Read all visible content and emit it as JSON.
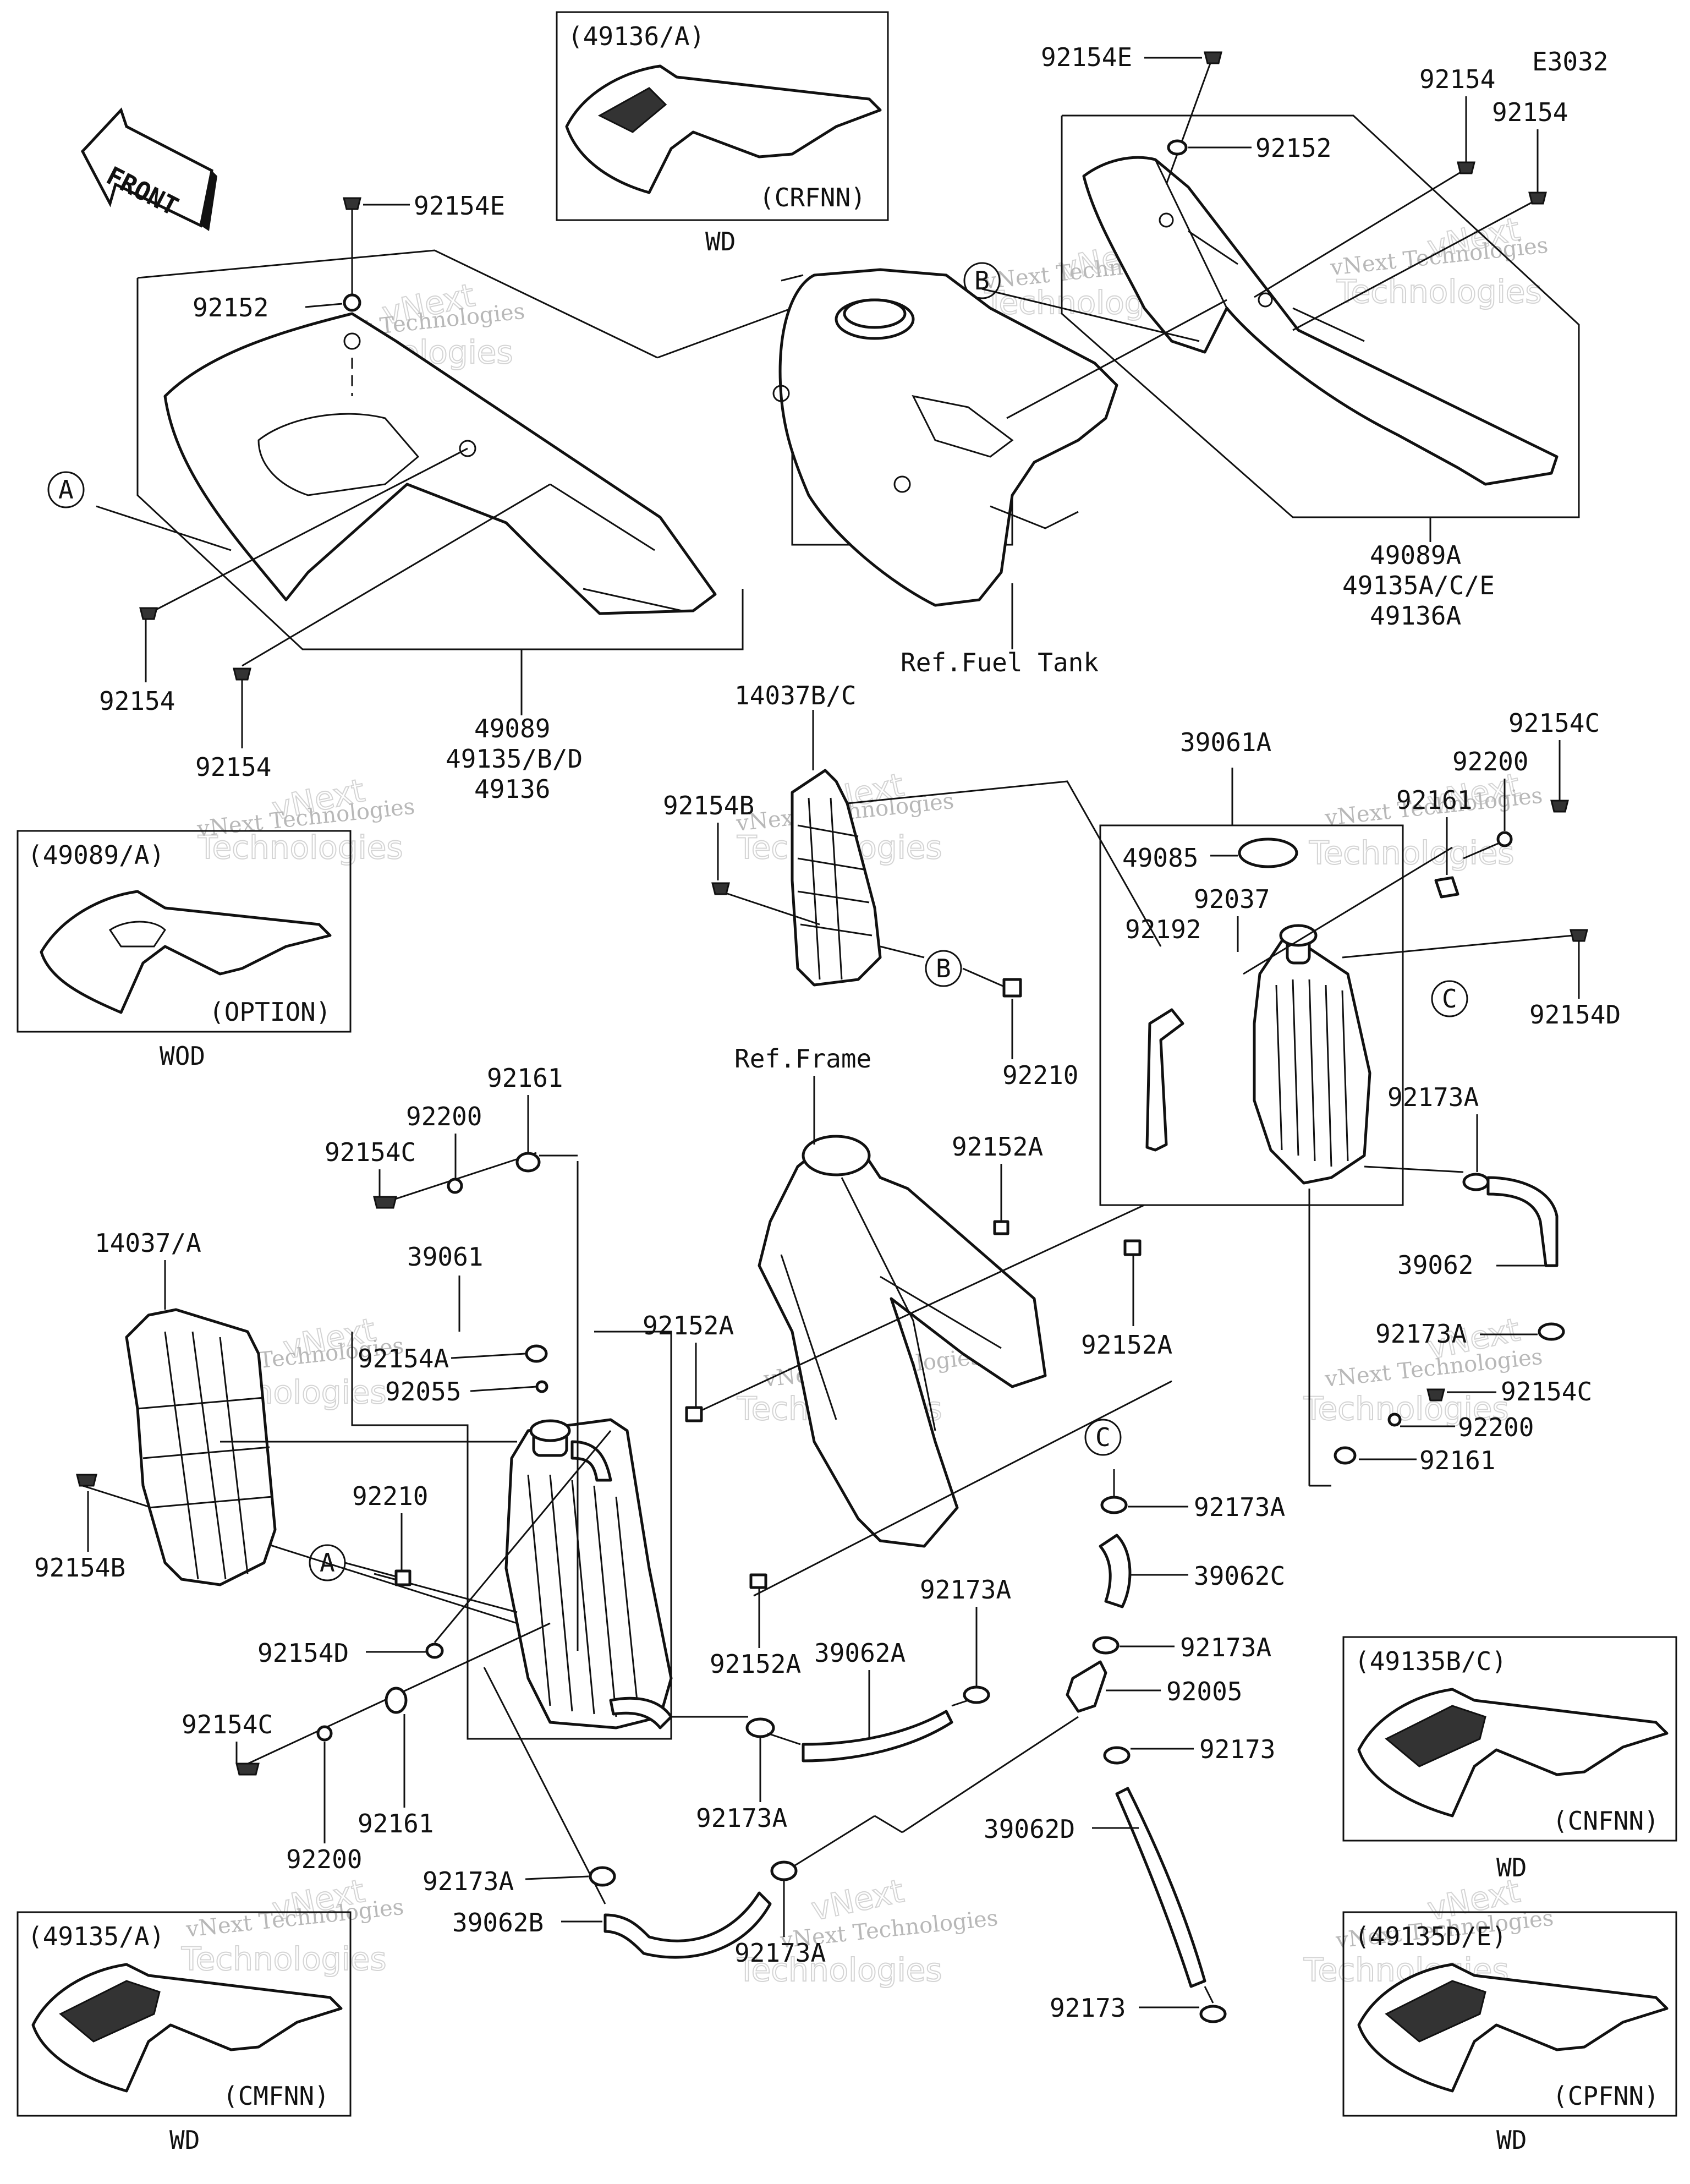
{
  "diagram_code": "E3032",
  "front_arrow_label": "FRONT",
  "labels": {
    "p92154E_top": "92154E",
    "p92152_top": "92152",
    "p92154_top1": "92154",
    "p92154_top2": "92154",
    "p92154E_left": "92154E",
    "p92152_left": "92152",
    "p92154_left1": "92154",
    "p92154_left2": "92154",
    "group_left_1": "49089",
    "group_left_2": "49135/B/D",
    "group_left_3": "49136",
    "group_right_1": "49089A",
    "group_right_2": "49135A/C/E",
    "group_right_3": "49136A",
    "ref_fuel_tank": "Ref.Fuel Tank",
    "ref_frame": "Ref.Frame",
    "p14037BC": "14037B/C",
    "p92154B_mid": "92154B",
    "p92210_mid": "92210",
    "p39061A": "39061A",
    "p49085": "49085",
    "p92037": "92037",
    "p92192": "92192",
    "p92154C_r": "92154C",
    "p92200_r": "92200",
    "p92161_r": "92161",
    "p92154D_r": "92154D",
    "p92173A_r": "92173A",
    "p39062": "39062",
    "p92173A_r2": "92173A",
    "p92154C_r2": "92154C",
    "p92200_r2": "92200",
    "p92161_r2": "92161",
    "p92152A_1": "92152A",
    "p92152A_2": "92152A",
    "p92152A_3": "92152A",
    "p92152A_4": "92152A",
    "p92161_l": "92161",
    "p92200_l": "92200",
    "p92154C_l": "92154C",
    "p39061": "39061",
    "p14037A": "14037/A",
    "p92154A": "92154A",
    "p92055": "92055",
    "p92154B_l": "92154B",
    "p92210_l": "92210",
    "p92154D_l": "92154D",
    "p92154C_l2": "92154C",
    "p92200_l2": "92200",
    "p92161_l2": "92161",
    "p92173A_c1": "92173A",
    "p39062C": "39062C",
    "p92173A_c2": "92173A",
    "p92005": "92005",
    "p92173_c": "92173",
    "p39062D": "39062D",
    "p92173_bottom": "92173",
    "p92173A_m": "92173A",
    "p39062A": "39062A",
    "p92173A_m2": "92173A",
    "p92173A_b1": "92173A",
    "p39062B": "39062B",
    "p92173A_b2": "92173A"
  },
  "callouts": {
    "a": "A",
    "b": "B",
    "c": "C"
  },
  "variant_boxes": [
    {
      "code": "(49136/A)",
      "variant": "(CRFNN)",
      "caption": "WD"
    },
    {
      "code": "(49089/A)",
      "variant": "(OPTION)",
      "caption": "WOD"
    },
    {
      "code": "(49135B/C)",
      "variant": "(CNFNN)",
      "caption": "WD"
    },
    {
      "code": "(49135/A)",
      "variant": "(CMFNN)",
      "caption": "WD"
    },
    {
      "code": "(49135D/E)",
      "variant": "(CPFNN)",
      "caption": "WD"
    }
  ],
  "watermark": {
    "line1": "vNext Technologies",
    "line2": "vNext",
    "line3": "Technologies"
  }
}
